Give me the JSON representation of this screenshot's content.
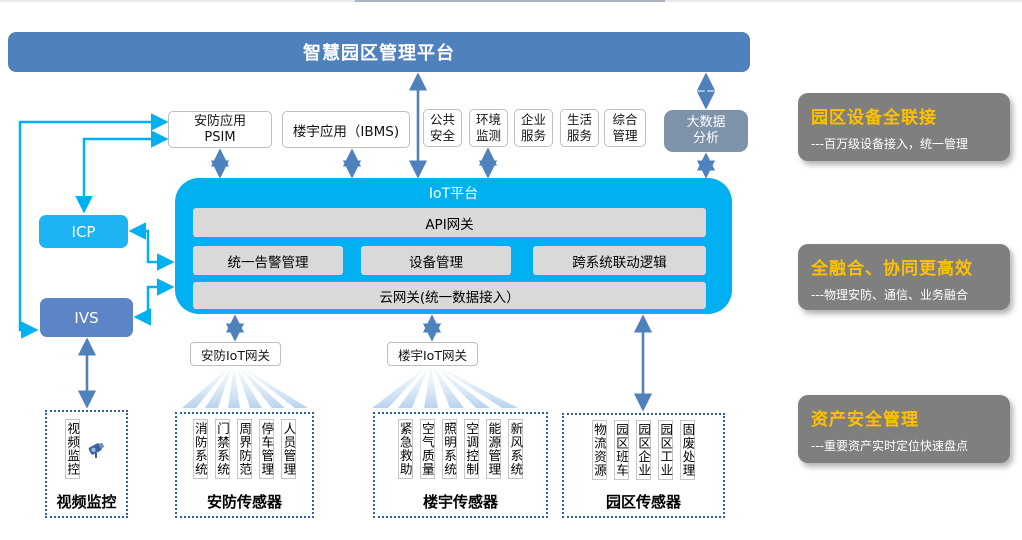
{
  "banner": {
    "title": "智慧园区管理平台"
  },
  "apps": {
    "psim_line1": "安防应用",
    "psim_line2": "PSIM",
    "ibms": "楼宇应用（IBMS)"
  },
  "services": [
    {
      "l1": "公共",
      "l2": "安全"
    },
    {
      "l1": "环境",
      "l2": "监测"
    },
    {
      "l1": "企业",
      "l2": "服务"
    },
    {
      "l1": "生活",
      "l2": "服务"
    },
    {
      "l1": "综合",
      "l2": "管理"
    }
  ],
  "bigdata": {
    "l1": "大数据",
    "l2": "分析"
  },
  "platform": {
    "title": "IoT平台",
    "api_gateway": "API网关",
    "modules": [
      "统一告警管理",
      "设备管理",
      "跨系统联动逻辑"
    ],
    "cloud_gateway": "云网关(统一数据接入）"
  },
  "left_nodes": {
    "icp": "ICP",
    "ivs": "IVS"
  },
  "gateways": {
    "security": "安防IoT网关",
    "building": "楼宇IoT网关"
  },
  "sensor_groups": {
    "video": {
      "vertical_label": "视频监控",
      "label": "视频监控",
      "icon": "camera-icon"
    },
    "security": {
      "label": "安防传感器",
      "items": [
        "消防系统",
        "门禁系统",
        "周界防范",
        "停车管理",
        "人员管理"
      ]
    },
    "building": {
      "label": "楼宇传感器",
      "items": [
        "紧急救助",
        "空气质量",
        "照明系统",
        "空调控制",
        "能源管理",
        "新风系统"
      ]
    },
    "park": {
      "label": "园区传感器",
      "items": [
        "物流资源",
        "园区班车",
        "园区企业",
        "园区工业",
        "固废处理"
      ]
    }
  },
  "right_panels": [
    {
      "title": "园区设备全联接",
      "subtitle": "---百万级设备接入，统一管理"
    },
    {
      "title": "全融合、协同更高效",
      "subtitle": "---物理安防、通信、业务融合"
    },
    {
      "title": "资产安全管理",
      "subtitle": "---重要资产实时定位快速盘点"
    }
  ],
  "colors": {
    "platform_cyan": "#00b0f0",
    "banner_blue": "#4f81bd",
    "arrow_blue": "#4f81bd",
    "connector_cyan": "#00b0f0",
    "ivs_blue": "#5b85c6",
    "bigdata_slate": "#7e93a9",
    "panel_gray": "#7f7f7f",
    "panel_title_orange": "#ffc000",
    "module_gray": "#d9d9d9"
  }
}
